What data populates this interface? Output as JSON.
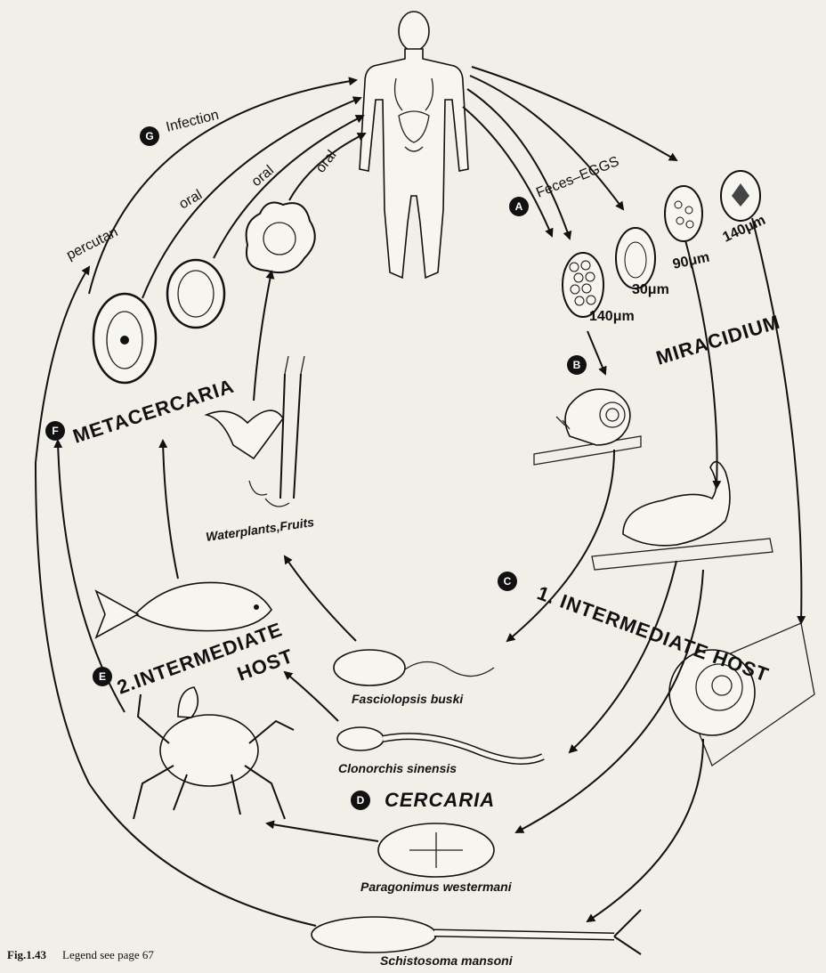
{
  "stage_badges": {
    "a": "A",
    "b": "B",
    "c": "C",
    "d": "D",
    "e": "E",
    "f": "F",
    "g": "G"
  },
  "labels": {
    "infection": "Infection",
    "feces_eggs": "Feces–EGGS",
    "miracidium": "MIRACIDIUM",
    "first_host": "1. INTERMEDIATE HOST",
    "cercaria": "CERCARIA",
    "second_host_line1": "2.INTERMEDIATE",
    "second_host_line2": "HOST",
    "metacercaria": "METACERCARIA",
    "percutan": "percutan",
    "oral_1": "oral",
    "oral_2": "oral",
    "oral_3": "oral",
    "waterplants": "Waterplants,Fruits"
  },
  "egg_sizes": [
    "140μm",
    "30μm",
    "90μm",
    "140μm"
  ],
  "species": {
    "fasciolopsis": "Fasciolopsis buski",
    "clonorchis": "Clonorchis sinensis",
    "paragonimus": "Paragonimus westermani",
    "schistosoma": "Schistosoma mansoni"
  },
  "caption": {
    "fig": "Fig.1.43",
    "text": "Legend see page 67"
  }
}
